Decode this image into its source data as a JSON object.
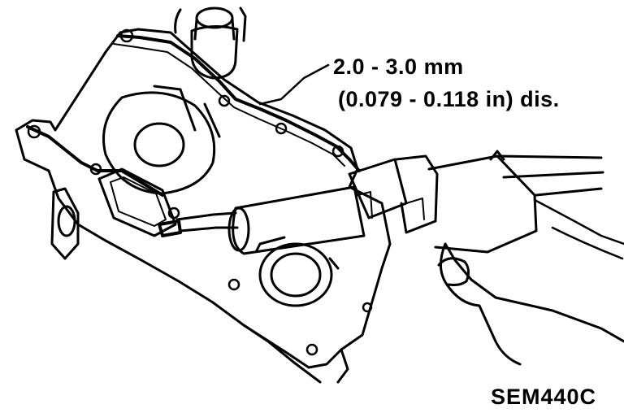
{
  "callout": {
    "line1": "2.0 - 3.0 mm",
    "line2": "(0.079 - 0.118 in) dis."
  },
  "figure_code": "SEM440C",
  "colors": {
    "ink": "#000000",
    "paper": "#ffffff"
  }
}
